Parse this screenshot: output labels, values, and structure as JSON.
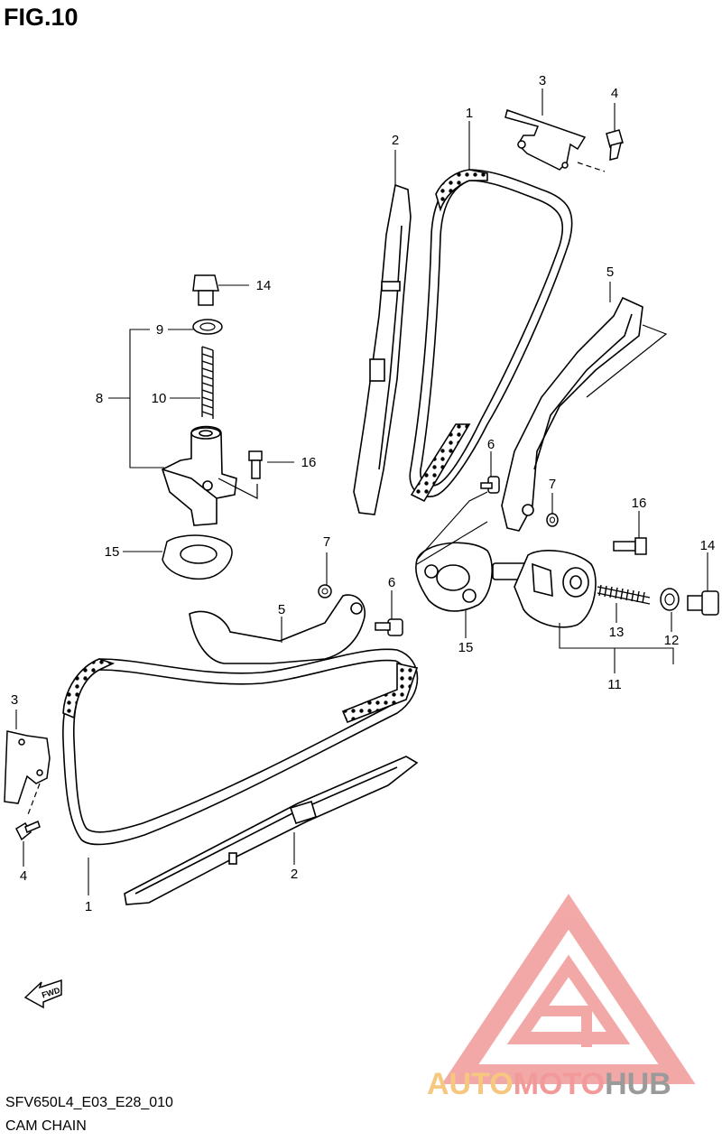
{
  "figure": {
    "title": "FIG.10"
  },
  "footer": {
    "code": "SFV650L4_E03_E28_010",
    "name": "CAM CHAIN"
  },
  "fwd_label": "FWD",
  "watermark": {
    "text_a": "AUTO",
    "text_b": "MOTO",
    "text_c": "HUB",
    "color_a": "#f6c77f",
    "color_b": "#f29a9a",
    "color_c": "#9a9a9a"
  },
  "callouts": [
    "1",
    "2",
    "3",
    "4",
    "5",
    "6",
    "7",
    "8",
    "9",
    "10",
    "11",
    "12",
    "13",
    "14",
    "15",
    "16"
  ]
}
